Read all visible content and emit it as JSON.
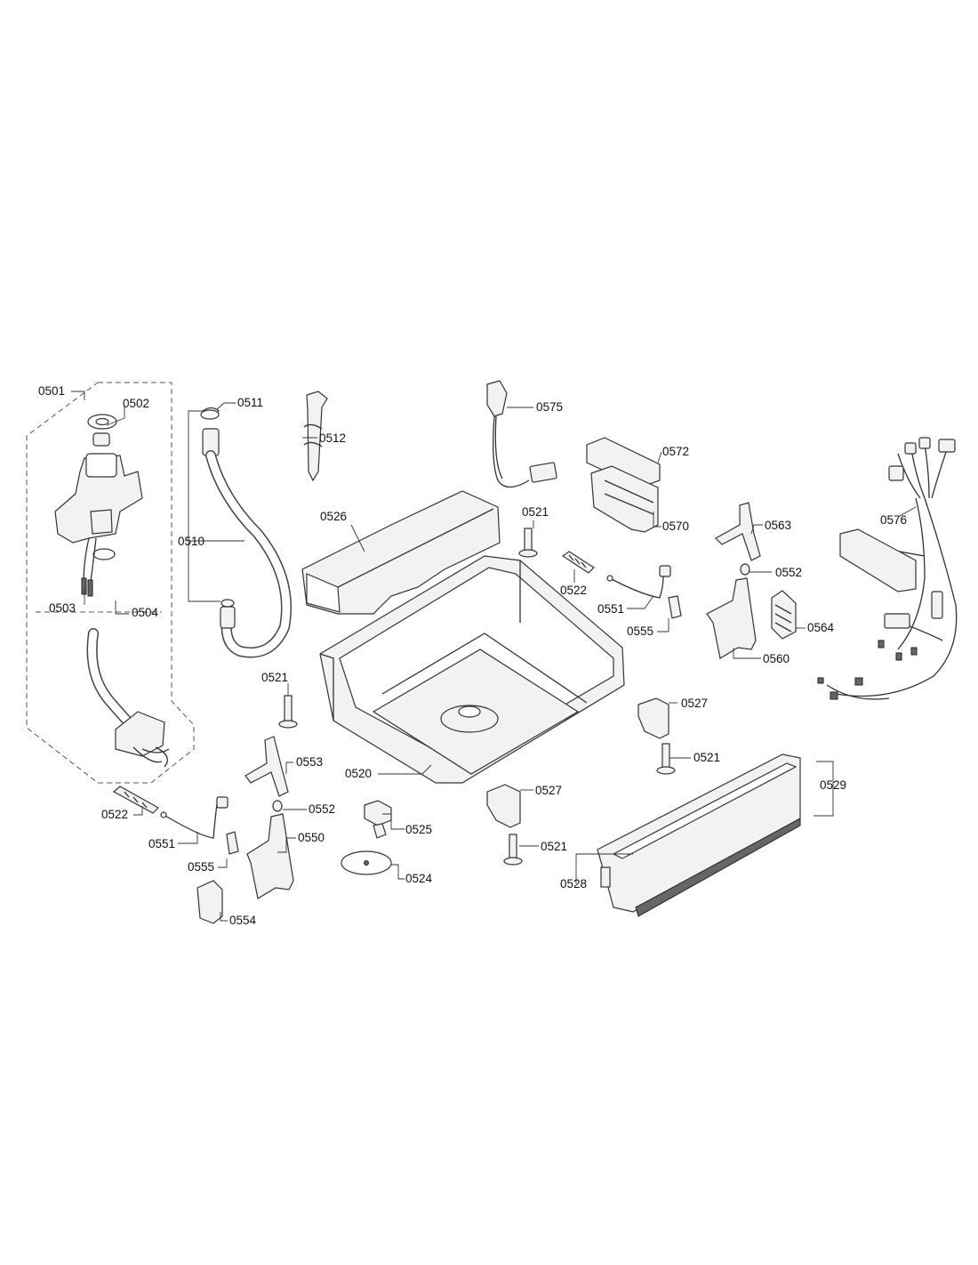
{
  "callouts": [
    {
      "id": "c0501",
      "text": "0501"
    },
    {
      "id": "c0502",
      "text": "0502"
    },
    {
      "id": "c0503",
      "text": "0503"
    },
    {
      "id": "c0504",
      "text": "0504"
    },
    {
      "id": "c0510",
      "text": "0510"
    },
    {
      "id": "c0511",
      "text": "0511"
    },
    {
      "id": "c0512",
      "text": "0512"
    },
    {
      "id": "c0575",
      "text": "0575"
    },
    {
      "id": "c0572",
      "text": "0572"
    },
    {
      "id": "c0570",
      "text": "0570"
    },
    {
      "id": "c0526",
      "text": "0526"
    },
    {
      "id": "c0521a",
      "text": "0521"
    },
    {
      "id": "c0522a",
      "text": "0522"
    },
    {
      "id": "c0551a",
      "text": "0551"
    },
    {
      "id": "c0555a",
      "text": "0555"
    },
    {
      "id": "c0563",
      "text": "0563"
    },
    {
      "id": "c0552a",
      "text": "0552"
    },
    {
      "id": "c0564",
      "text": "0564"
    },
    {
      "id": "c0560",
      "text": "0560"
    },
    {
      "id": "c0576",
      "text": "0576"
    },
    {
      "id": "c0521b",
      "text": "0521"
    },
    {
      "id": "c0527a",
      "text": "0527"
    },
    {
      "id": "c0521c",
      "text": "0521"
    },
    {
      "id": "c0553",
      "text": "0553"
    },
    {
      "id": "c0520",
      "text": "0520"
    },
    {
      "id": "c0529",
      "text": "0529"
    },
    {
      "id": "c0527b",
      "text": "0527"
    },
    {
      "id": "c0522b",
      "text": "0522"
    },
    {
      "id": "c0552b",
      "text": "0552"
    },
    {
      "id": "c0525",
      "text": "0525"
    },
    {
      "id": "c0551b",
      "text": "0551"
    },
    {
      "id": "c0550",
      "text": "0550"
    },
    {
      "id": "c0521d",
      "text": "0521"
    },
    {
      "id": "c0555b",
      "text": "0555"
    },
    {
      "id": "c0524",
      "text": "0524"
    },
    {
      "id": "c0528",
      "text": "0528"
    },
    {
      "id": "c0554",
      "text": "0554"
    }
  ]
}
